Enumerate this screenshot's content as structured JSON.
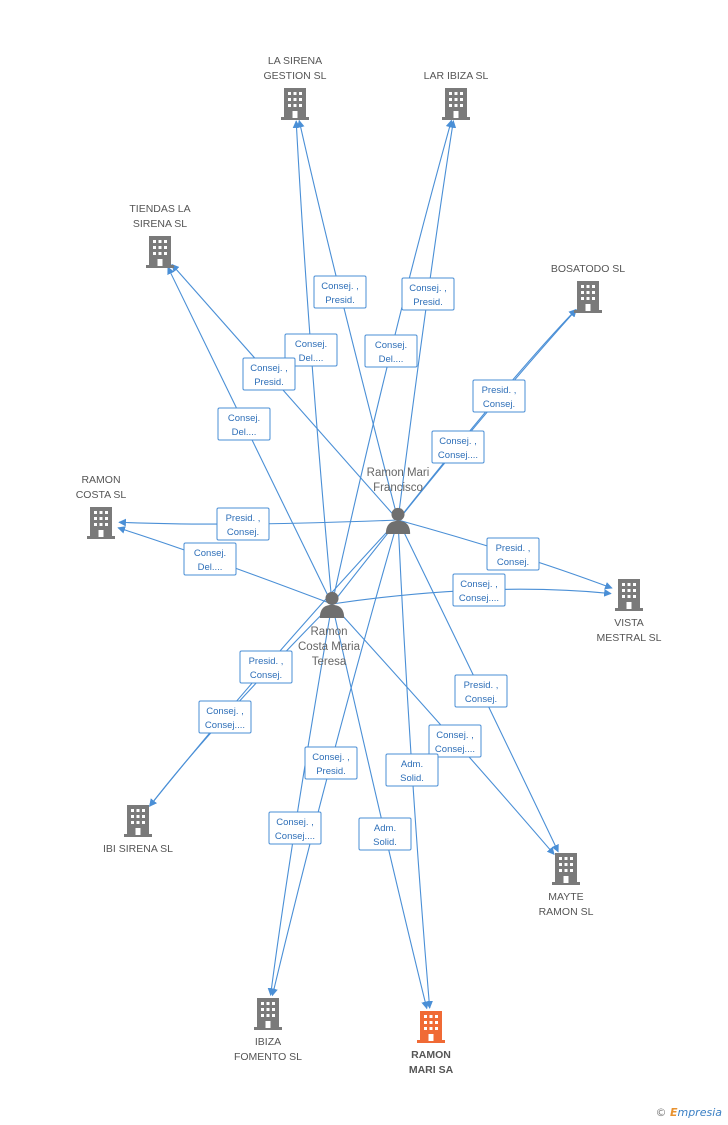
{
  "colors": {
    "edge": "#4a8fd6",
    "company": "#7a7a7a",
    "company_main": "#f06a35",
    "person": "#6f6f6f"
  },
  "companies": [
    {
      "id": "sirena_gestion",
      "lines": [
        "LA SIRENA",
        "GESTION SL"
      ],
      "icon": "building-icon",
      "main": false
    },
    {
      "id": "lar_ibiza",
      "lines": [
        "LAR IBIZA SL"
      ],
      "icon": "building-icon",
      "main": false
    },
    {
      "id": "tiendas",
      "lines": [
        "TIENDAS LA",
        "SIRENA SL"
      ],
      "icon": "building-icon",
      "main": false
    },
    {
      "id": "bosatodo",
      "lines": [
        "BOSATODO SL"
      ],
      "icon": "building-icon",
      "main": false
    },
    {
      "id": "ramon_costa",
      "lines": [
        "RAMON",
        "COSTA SL"
      ],
      "icon": "building-icon",
      "main": false
    },
    {
      "id": "vista",
      "lines": [
        "VISTA",
        "MESTRAL SL"
      ],
      "icon": "building-icon",
      "main": false
    },
    {
      "id": "ibi_sirena",
      "lines": [
        "IBI SIRENA SL"
      ],
      "icon": "building-icon",
      "main": false
    },
    {
      "id": "mayte",
      "lines": [
        "MAYTE",
        "RAMON SL"
      ],
      "icon": "building-icon",
      "main": false
    },
    {
      "id": "ibiza_fomento",
      "lines": [
        "IBIZA",
        "FOMENTO SL"
      ],
      "icon": "building-icon",
      "main": false
    },
    {
      "id": "ramon_mari",
      "lines": [
        "RAMON",
        "MARI SA"
      ],
      "icon": "building-icon",
      "main": true
    }
  ],
  "people": [
    {
      "id": "francisco",
      "lines": [
        "Ramon Mari",
        "Francisco"
      ],
      "icon": "person-icon"
    },
    {
      "id": "teresa",
      "lines": [
        "Ramon",
        "Costa Maria",
        "Teresa"
      ],
      "icon": "person-icon"
    }
  ],
  "edges": [
    {
      "from": "francisco",
      "to": "sirena_gestion",
      "label": [
        "Consej. ,",
        "Presid."
      ]
    },
    {
      "from": "teresa",
      "to": "sirena_gestion",
      "label": [
        "Consej.",
        "Del...."
      ]
    },
    {
      "from": "francisco",
      "to": "lar_ibiza",
      "label": [
        "Consej. ,",
        "Presid."
      ]
    },
    {
      "from": "teresa",
      "to": "lar_ibiza",
      "label": [
        "Consej.",
        "Del...."
      ]
    },
    {
      "from": "francisco",
      "to": "tiendas",
      "label": [
        "Consej. ,",
        "Presid."
      ]
    },
    {
      "from": "teresa",
      "to": "tiendas",
      "label": [
        "Consej.",
        "Del...."
      ]
    },
    {
      "from": "francisco",
      "to": "bosatodo",
      "label": [
        "Presid. ,",
        "Consej."
      ]
    },
    {
      "from": "teresa",
      "to": "bosatodo",
      "label": [
        "Consej. ,",
        "Consej...."
      ]
    },
    {
      "from": "francisco",
      "to": "ramon_costa",
      "label": [
        "Presid. ,",
        "Consej."
      ]
    },
    {
      "from": "teresa",
      "to": "ramon_costa",
      "label": [
        "Consej.",
        "Del...."
      ]
    },
    {
      "from": "francisco",
      "to": "vista",
      "label": [
        "Presid. ,",
        "Consej."
      ]
    },
    {
      "from": "teresa",
      "to": "vista",
      "label": [
        "Consej. ,",
        "Consej...."
      ]
    },
    {
      "from": "francisco",
      "to": "ibi_sirena",
      "label": [
        "Presid. ,",
        "Consej."
      ]
    },
    {
      "from": "teresa",
      "to": "ibi_sirena",
      "label": [
        "Consej. ,",
        "Consej...."
      ]
    },
    {
      "from": "francisco",
      "to": "mayte",
      "label": [
        "Presid. ,",
        "Consej."
      ]
    },
    {
      "from": "teresa",
      "to": "mayte",
      "label": [
        "Consej. ,",
        "Consej...."
      ]
    },
    {
      "from": "francisco",
      "to": "ibiza_fomento",
      "label": [
        "Consej. ,",
        "Presid."
      ]
    },
    {
      "from": "teresa",
      "to": "ibiza_fomento",
      "label": [
        "Consej. ,",
        "Consej...."
      ]
    },
    {
      "from": "francisco",
      "to": "ramon_mari",
      "label": [
        "Adm.",
        "Solid."
      ]
    },
    {
      "from": "teresa",
      "to": "ramon_mari",
      "label": [
        "Adm.",
        "Solid."
      ]
    }
  ],
  "footer": {
    "symbol": "©",
    "brand_initial": "E",
    "brand_rest": "mpresia"
  }
}
